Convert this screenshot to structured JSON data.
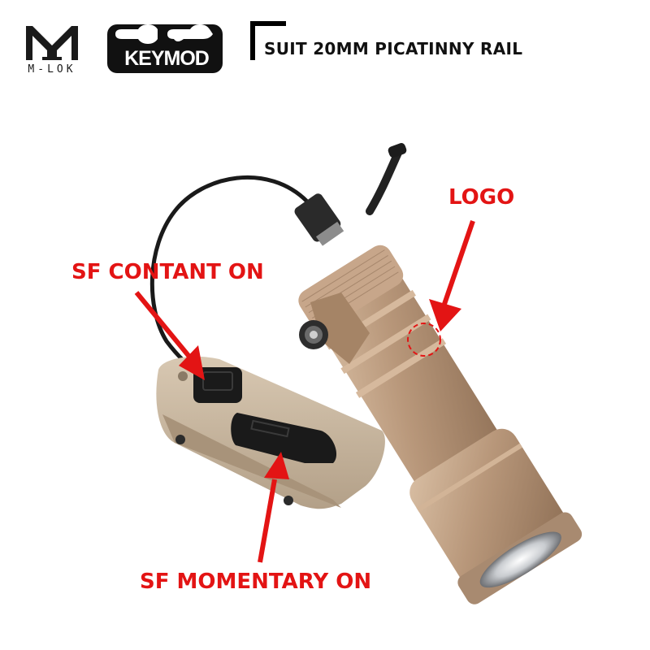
{
  "header": {
    "mlok_label": "M-LOK",
    "keymod_label": "KEYMOD",
    "compatibility_text": "SUIT 20MM PICATINNY RAIL"
  },
  "product": {
    "name": "weapon flashlight with dual remote pressure switch",
    "body_color": "#b8977a",
    "switch_color": "#c9b59c"
  },
  "callouts": {
    "logo": "LOGO",
    "contant_on": "SF CONTANT ON",
    "momentary_on": "SF MOMENTARY ON",
    "color": "#e31414"
  }
}
